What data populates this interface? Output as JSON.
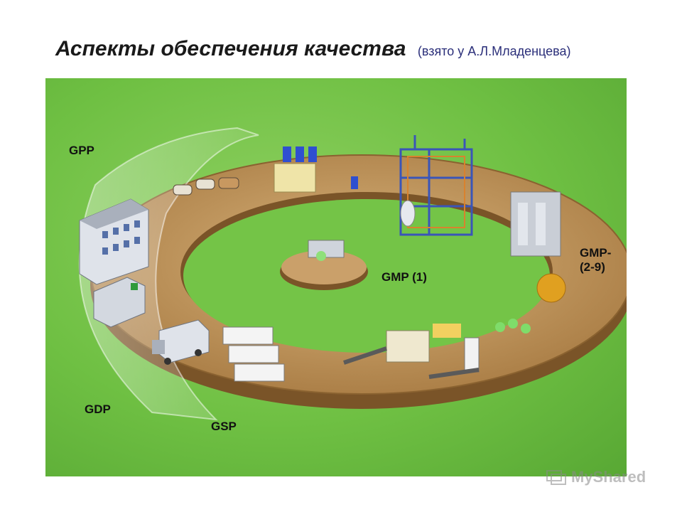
{
  "title": {
    "main": "Аспекты обеспечения качества",
    "source": "(взято у А.Л.Младенцева)"
  },
  "diagram": {
    "labels": {
      "gpp": "GPP",
      "gmp_1": "GMP (1)",
      "gmp_2_9_line1": "GMP-",
      "gmp_2_9_line2": "(2-9)",
      "gdp": "GDP",
      "gsp": "GSP"
    },
    "colors": {
      "background": "#6fc043",
      "ring": "#b58a52",
      "ring_edge": "#7a5428"
    }
  },
  "watermark": {
    "logo_text": "MyShared"
  }
}
